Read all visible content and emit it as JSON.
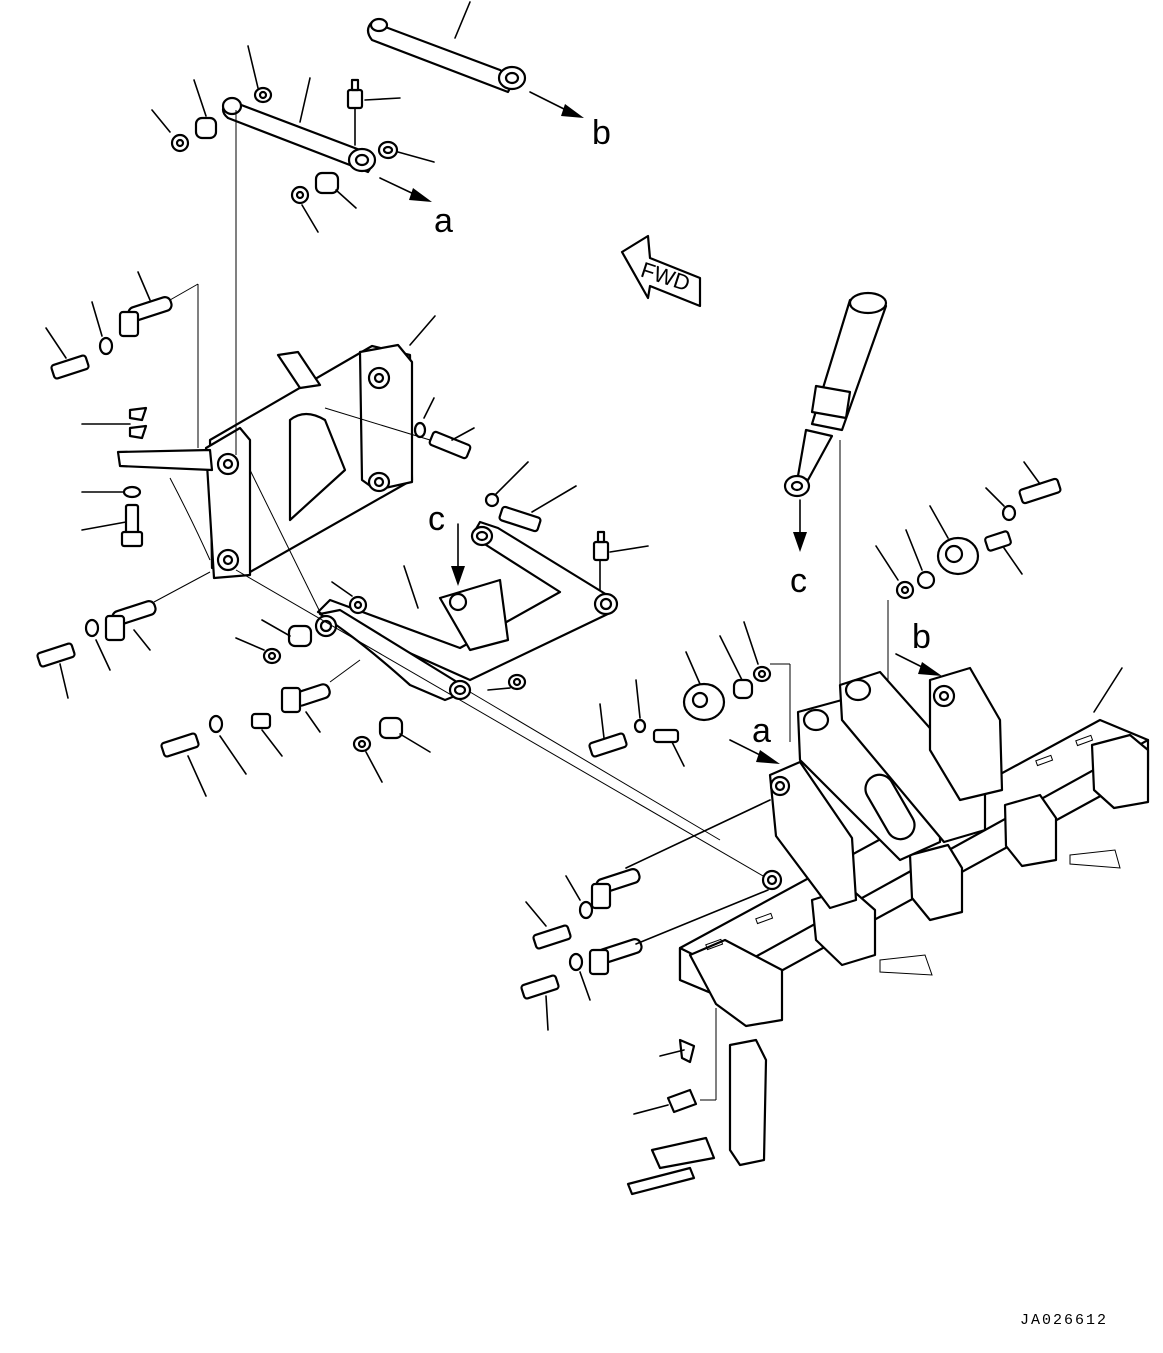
{
  "diagram": {
    "callouts": {
      "a_top": "a",
      "b_top": "b",
      "c_top": "c",
      "c_lower": "c",
      "a_lower": "a",
      "b_lower": "b"
    },
    "fwd_label": "FWD",
    "drawing_code": "JA026612",
    "colors": {
      "line": "#000000",
      "background": "#ffffff"
    }
  }
}
